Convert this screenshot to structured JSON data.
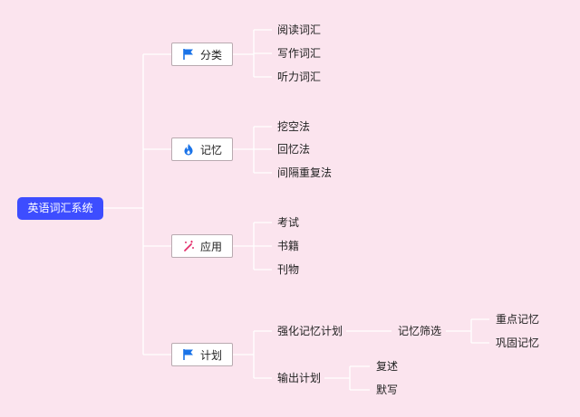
{
  "colors": {
    "background": "#fbe4ee",
    "root_fill": "#3d4dff",
    "line": "#ffffff",
    "flag_icon": "#1a73e8",
    "fire_icon": "#1a73e8",
    "wand_icon": "#e3306c"
  },
  "root": {
    "label": "英语词汇系统"
  },
  "branches": [
    {
      "label": "分类",
      "icon": "flag-icon",
      "children": [
        "阅读词汇",
        "写作词汇",
        "听力词汇"
      ]
    },
    {
      "label": "记忆",
      "icon": "fire-icon",
      "children": [
        "挖空法",
        "回忆法",
        "间隔重复法"
      ]
    },
    {
      "label": "应用",
      "icon": "magic-wand-icon",
      "children": [
        "考试",
        "书籍",
        "刊物"
      ]
    },
    {
      "label": "计划",
      "icon": "flag-icon",
      "children": [
        {
          "label": "强化记忆计划",
          "children": [
            {
              "label": "记忆筛选",
              "children": [
                "重点记忆",
                "巩固记忆"
              ]
            }
          ]
        },
        {
          "label": "输出计划",
          "children": [
            "复述",
            "默写"
          ]
        }
      ]
    }
  ]
}
